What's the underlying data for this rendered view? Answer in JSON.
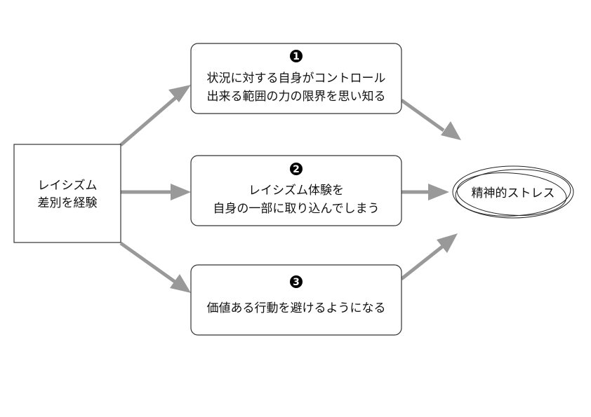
{
  "source": {
    "line1": "レイシズム",
    "line2": "差別を経験"
  },
  "steps": [
    {
      "number": "1",
      "line1": "状況に対する自身がコントロール",
      "line2": "出来る範囲の力の限界を思い知る"
    },
    {
      "number": "2",
      "line1": "レイシズム体験を",
      "line2": "自身の一部に取り込んでしまう"
    },
    {
      "number": "3",
      "line1": "価値ある行動を避けるようになる"
    }
  ],
  "outcome": {
    "label": "精神的ストレス"
  },
  "colors": {
    "arrow": "#999999",
    "border": "#333333",
    "badge": "#000000"
  }
}
